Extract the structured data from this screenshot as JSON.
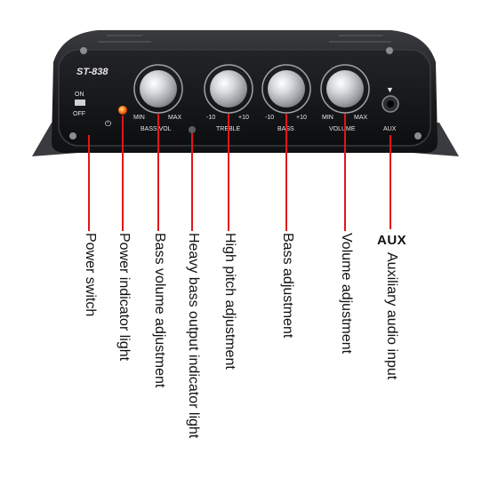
{
  "device": {
    "model": "ST-838",
    "switch_on": "ON",
    "switch_off": "OFF",
    "power_symbol": "⏻",
    "controls": [
      {
        "name": "bass-vol",
        "label": "BASS.VOL",
        "min": "MIN",
        "max": "MAX"
      },
      {
        "name": "treble",
        "label": "TREBLE",
        "min": "-10",
        "max": "+10"
      },
      {
        "name": "bass",
        "label": "BASS",
        "min": "-10",
        "max": "+10"
      },
      {
        "name": "volume",
        "label": "VOLUME",
        "min": "MIN",
        "max": "MAX"
      }
    ],
    "aux_label": "AUX",
    "aux_arrow": "▼"
  },
  "annotations": {
    "aux_title": "AUX",
    "items": [
      "Power switch",
      "Power indicator light",
      "Bass volume adjustment",
      "Heavy bass output indicator light",
      "High pitch adjustment",
      "Bass adjustment",
      "Volume adjustment",
      "Auxiliary audio input"
    ]
  },
  "colors": {
    "panel": "#151618",
    "body": "#2b2c2f",
    "leader_line": "#e4141b",
    "power_led": "#ff5a1a",
    "knob_silver": "#c9cbcf",
    "panel_text": "#e6e6e6"
  },
  "icons": [
    "screw-icon",
    "power-symbol-icon",
    "aux-arrow-icon"
  ]
}
